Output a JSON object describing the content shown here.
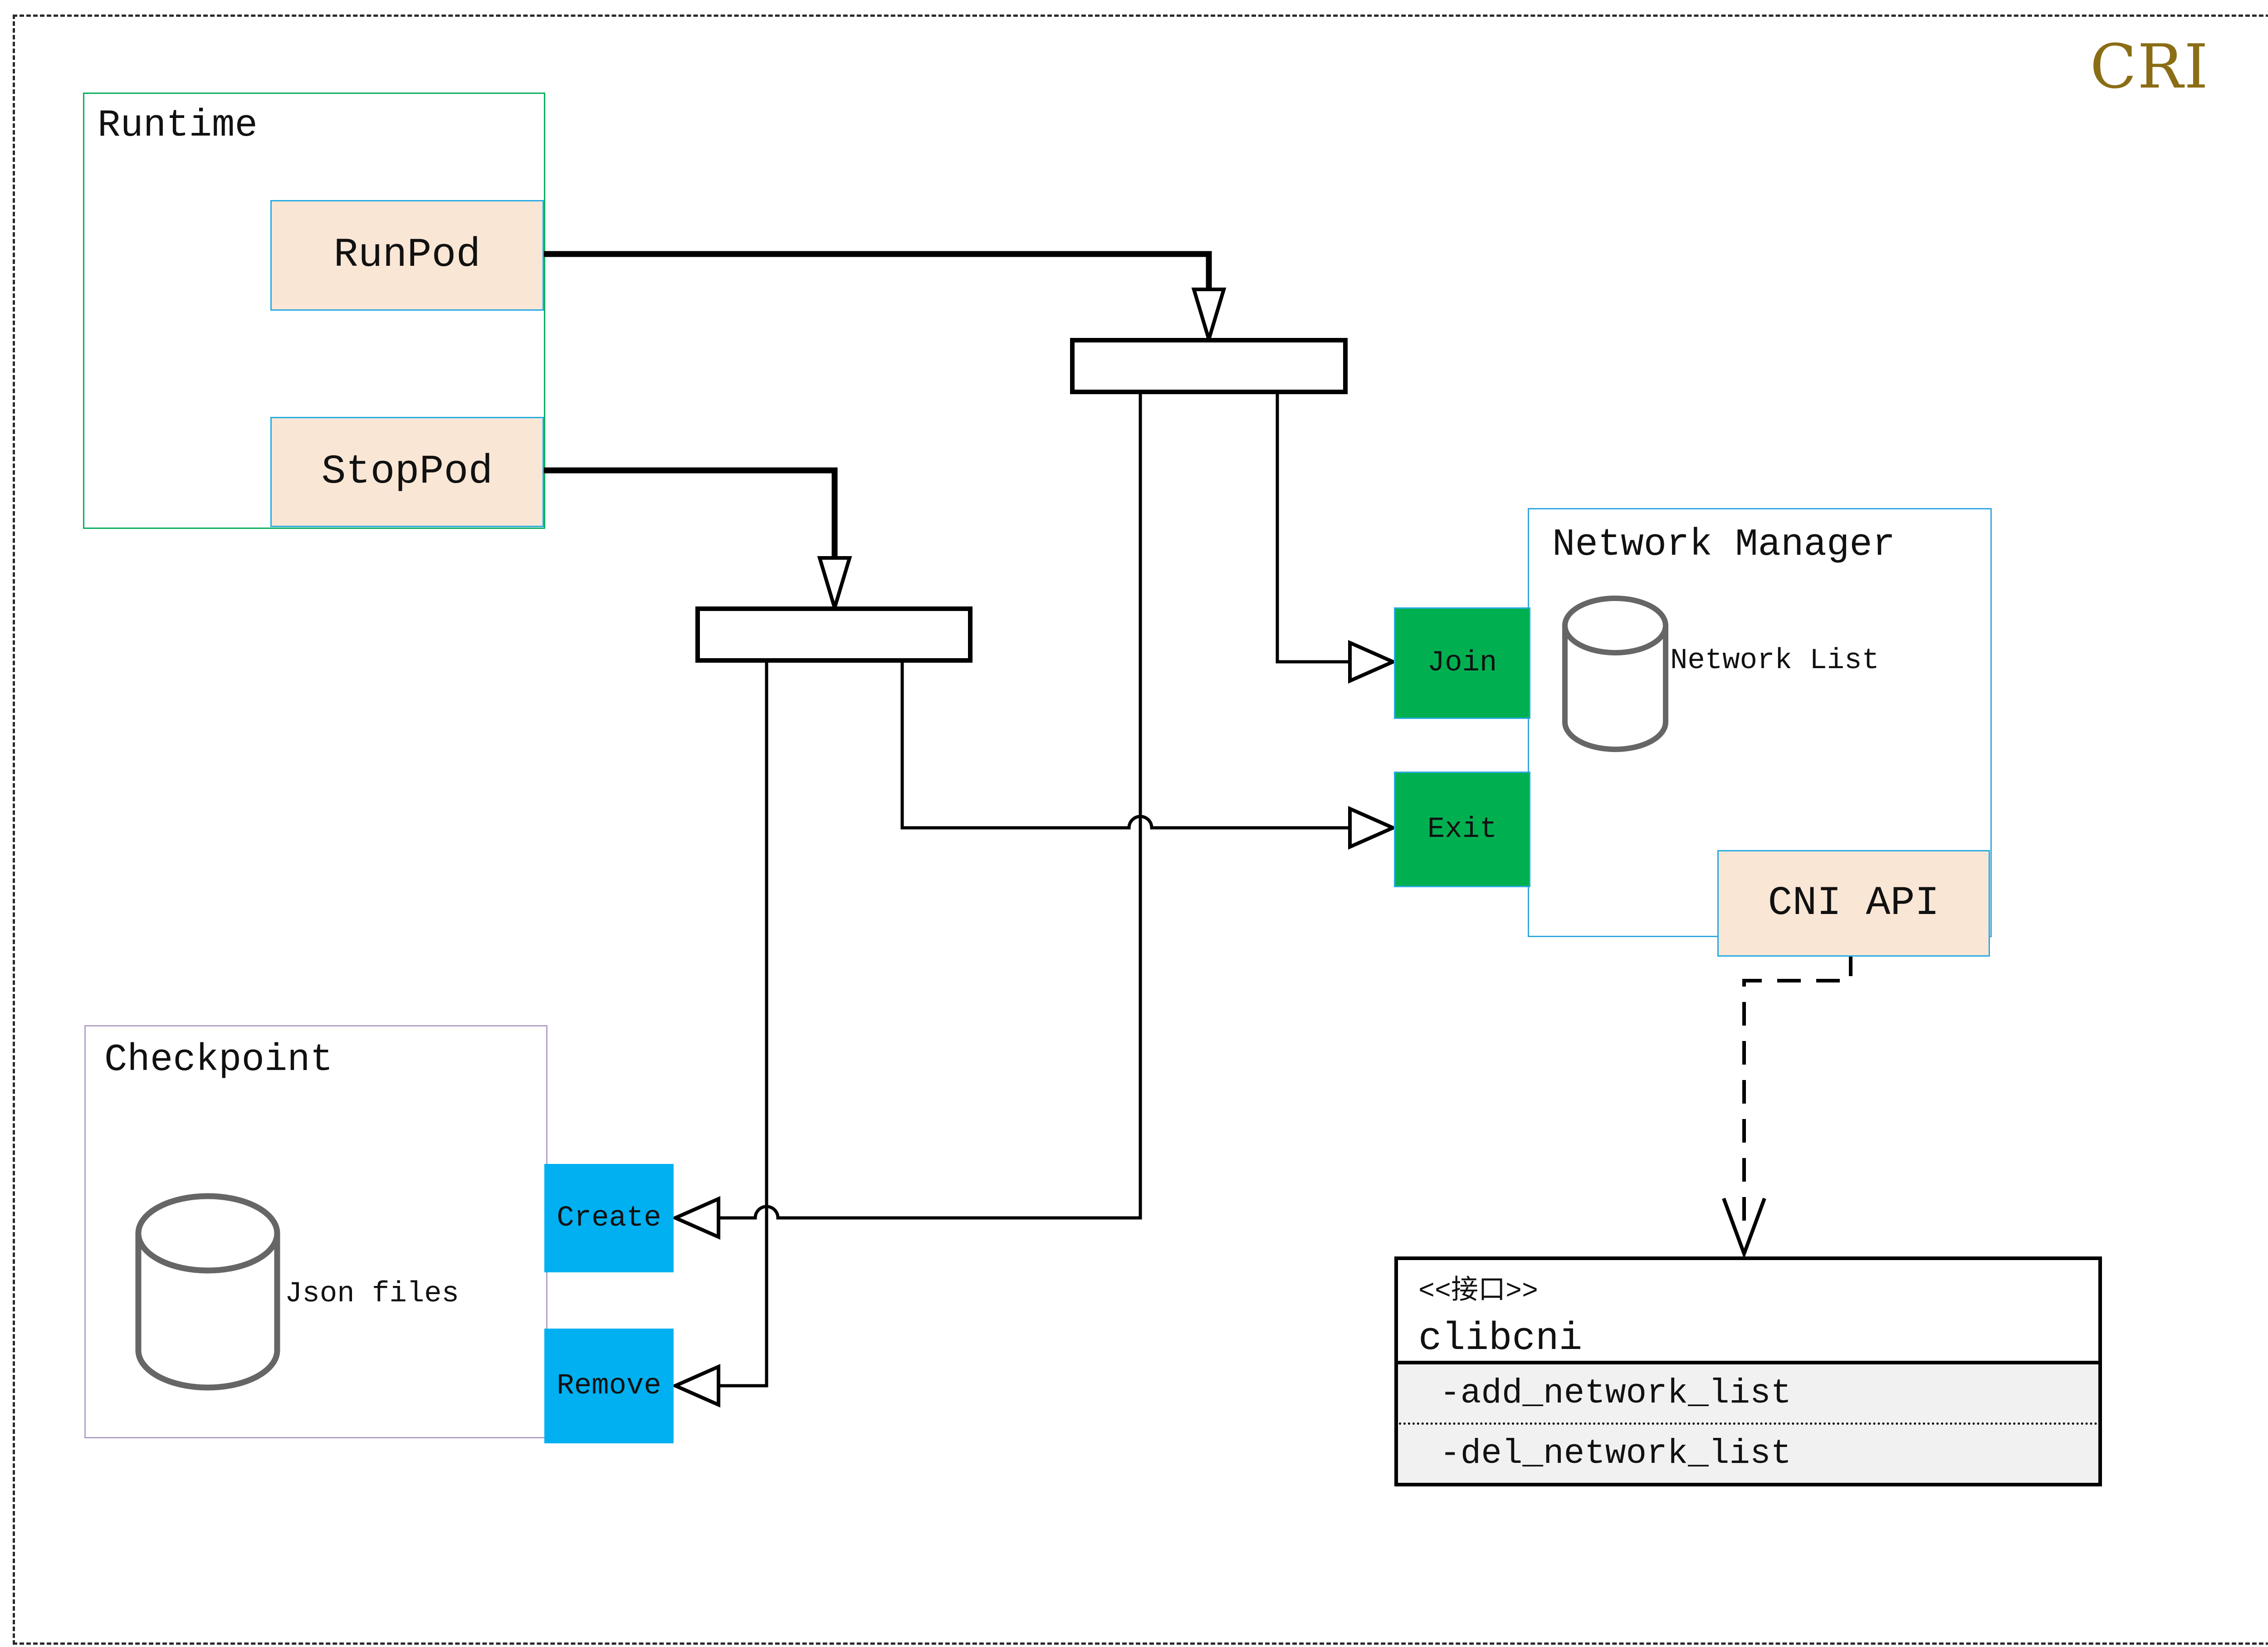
{
  "page": {
    "title": "CRI",
    "title_color": "#8a6d15",
    "background": "#ffffff",
    "frame_style": "dashed"
  },
  "runtime": {
    "title": "Runtime",
    "runpod_label": "RunPod",
    "stoppod_label": "StopPod"
  },
  "checkpoint": {
    "title": "Checkpoint",
    "database_label": "Json files",
    "create_label": "Create",
    "remove_label": "Remove"
  },
  "network_manager": {
    "title": "Network Manager",
    "database_label": "Network List",
    "join_label": "Join",
    "exit_label": "Exit",
    "cni_api_label": "CNI API"
  },
  "interface_box": {
    "stereotype": "<<接口>>",
    "name": "clibcni",
    "methods": [
      "-add_network_list",
      "-del_network_list"
    ]
  },
  "colors": {
    "runtime_border_green": "#0aaf5d",
    "checkpoint_border_purple": "#b3a2c7",
    "network_manager_border_blue": "#35a8e0",
    "node_border_light_blue": "#29abe2",
    "peach_fill": "#fae6d5",
    "green_fill": "#00b050",
    "cyan_fill": "#00b0f0",
    "interface_section_gray": "#f1f1f1",
    "cylinder_gray": "#666666",
    "title_gold": "#8a6d15"
  }
}
